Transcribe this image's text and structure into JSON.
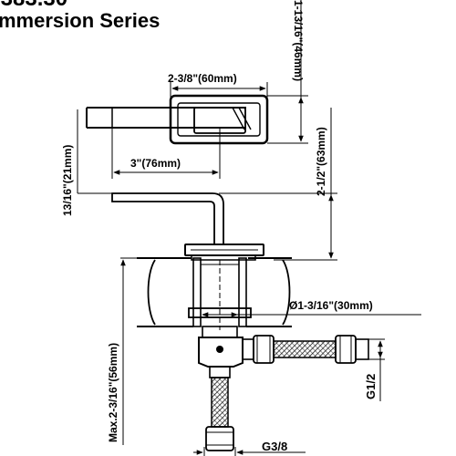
{
  "header": {
    "model_fragment": ".383.30",
    "series": "mmersion Series"
  },
  "dimensions": {
    "lever_width": "2-3/8\"(60mm)",
    "lever_height": "1-13/16\"(46mm)",
    "lever_length": "3\"(76mm)",
    "spout_rise": "13/16\"(21mm)",
    "body_height": "2-1/2\"(63mm)",
    "shank_diameter": "Ø1-3/16\"(30mm)",
    "max_counter_thickness": "Max.2-3/16\"(56mm)",
    "inlet_thread": "G3/8",
    "outlet_thread": "G1/2"
  },
  "colors": {
    "ink": "#000000",
    "paper": "#ffffff"
  }
}
